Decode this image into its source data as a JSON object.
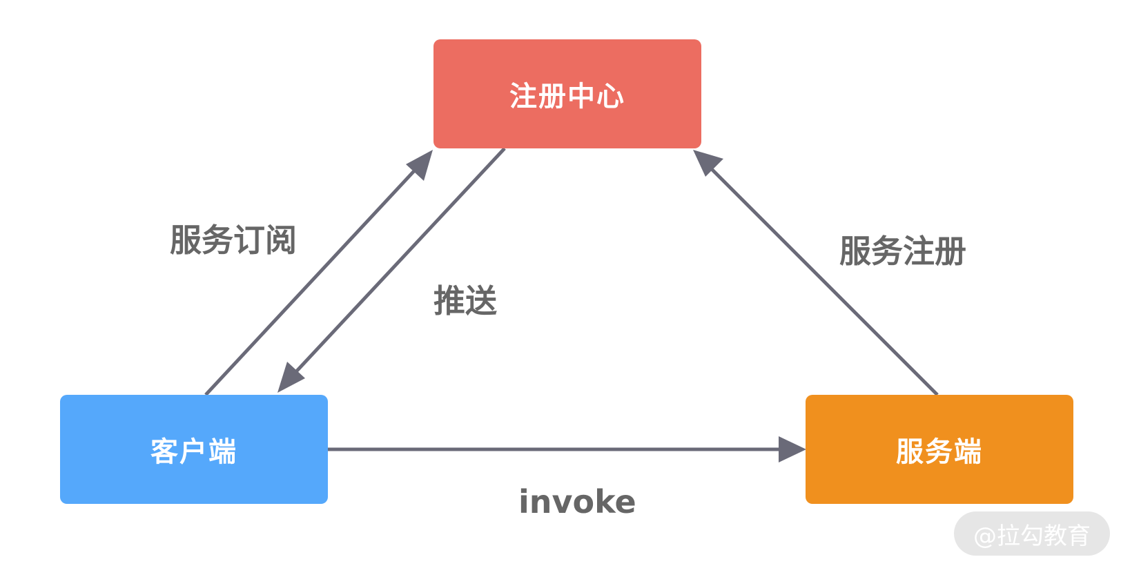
{
  "nodes": {
    "registry": {
      "label": "注册中心",
      "color": "#ec6d61"
    },
    "client": {
      "label": "客户端",
      "color": "#55a8fb"
    },
    "server": {
      "label": "服务端",
      "color": "#f0901e"
    }
  },
  "edges": {
    "subscribe": {
      "label": "服务订阅",
      "from": "客户端",
      "to": "注册中心"
    },
    "push": {
      "label": "推送",
      "from": "注册中心",
      "to": "客户端"
    },
    "register": {
      "label": "服务注册",
      "from": "服务端",
      "to": "注册中心"
    },
    "invoke": {
      "label": "invoke",
      "from": "客户端",
      "to": "服务端"
    }
  },
  "style": {
    "arrow_color": "#6a6a78",
    "label_color": "#666666"
  },
  "watermark": {
    "text": "@拉勾教育"
  }
}
